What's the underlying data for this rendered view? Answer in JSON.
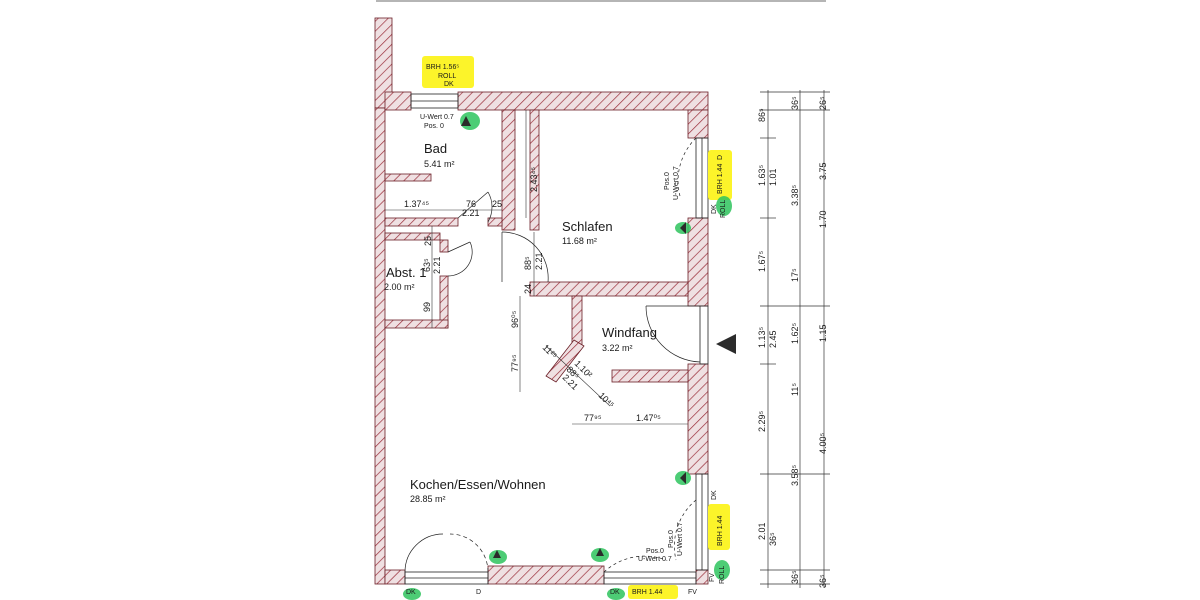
{
  "rooms": {
    "bad": {
      "name": "Bad",
      "area": "5.41 m²"
    },
    "schlafen": {
      "name": "Schlafen",
      "area": "11.68 m²"
    },
    "abst": {
      "name": "Abst. 1",
      "area": "2.00 m²"
    },
    "windfang": {
      "name": "Windfang",
      "area": "3.22 m²"
    },
    "kochen": {
      "name": "Kochen/Essen/Wohnen",
      "area": "28.85 m²"
    }
  },
  "window_labels": {
    "top_brh": "BRH 1.56⁵",
    "top_roll": "ROLL",
    "top_dk": "DK",
    "uwert": "U-Wert 0.7",
    "pos": "Pos. 0",
    "pos_short": "Pos.0",
    "uwert_short": "U-Wert 0.7",
    "right_brh": "BRH 1.44",
    "right_d": "D",
    "right_dk": "DK",
    "right_roll": "ROLL",
    "lower_brh": "BRH 1.44",
    "lower_dk": "DK",
    "lower_fv": "FV",
    "lower_roll": "ROLL",
    "bottom_dk": "DK",
    "bottom_d": "D",
    "bottom_brh": "BRH 1.44",
    "bottom_fv": "FV"
  },
  "dimensions": {
    "d_137": "1.37⁴⁵",
    "d_76": "76",
    "d_221a": "2.21",
    "d_25a": "25",
    "d_2435": "2.43⁴⁵",
    "d_25b": "25",
    "d_635": "63⁵",
    "d_221b": "2.21",
    "d_99": "99",
    "d_885": "88⁵",
    "d_221c": "2.21",
    "d_24": "24",
    "d_9605": "96⁰⁵",
    "d_7795a": "77⁹⁵",
    "d_1125": "11²⁵",
    "d_1102": "1.10²",
    "d_885b": "88⁵",
    "d_221d": "2.21",
    "d_1045": "10⁴⁵",
    "d_7795b": "77⁹⁵",
    "d_14705": "1.47⁰⁵"
  },
  "right_chain_outer": [
    "86⁵",
    "1.63⁵",
    "1.67⁵",
    "1.13⁵",
    "2.29⁵",
    "2.01",
    "36⁵"
  ],
  "right_chain_mid": [
    "36⁵",
    "1.01",
    "3.38⁵",
    "17⁵",
    "1.62⁵",
    "2.45",
    "11⁵",
    "3.58⁵",
    "36⁵"
  ],
  "right_chain_edge": [
    "26⁵",
    "3.75",
    "1.70",
    "1.15",
    "4.00⁵",
    "36⁵"
  ],
  "colors": {
    "wall_fill": "#efe0e2",
    "wall_hatch": "#9b2f3b",
    "wall_line": "#6a1e26",
    "highlight": "#fcf42a",
    "green": "#2ec45e"
  }
}
